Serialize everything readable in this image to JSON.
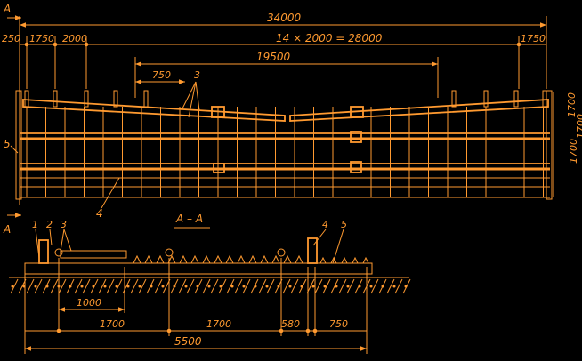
{
  "plan": {
    "dim_total": "34000",
    "dim_edge_left": "250",
    "dim_end_left": "1750",
    "dim_step": "2000",
    "dim_span": "14 × 2000 = 28000",
    "dim_end_right": "1750",
    "dim_mid": "19500",
    "dim_750": "750",
    "dim_side_top": "1700",
    "dim_side_right": "1700",
    "dim_side_bottom": "1700",
    "callout_3": "3",
    "callout_4": "4",
    "callout_5": "5",
    "section_mark_top": "A",
    "section_mark_bottom": "A"
  },
  "section": {
    "title": "А – А",
    "callouts": [
      "1",
      "2",
      "3",
      "4",
      "5"
    ],
    "dim_1000": "1000",
    "dim_1700_a": "1700",
    "dim_1700_b": "1700",
    "dim_580": "580",
    "dim_750": "750",
    "dim_5500": "5500"
  },
  "colors": {
    "line": "#ff9a30",
    "background": "#000000"
  }
}
